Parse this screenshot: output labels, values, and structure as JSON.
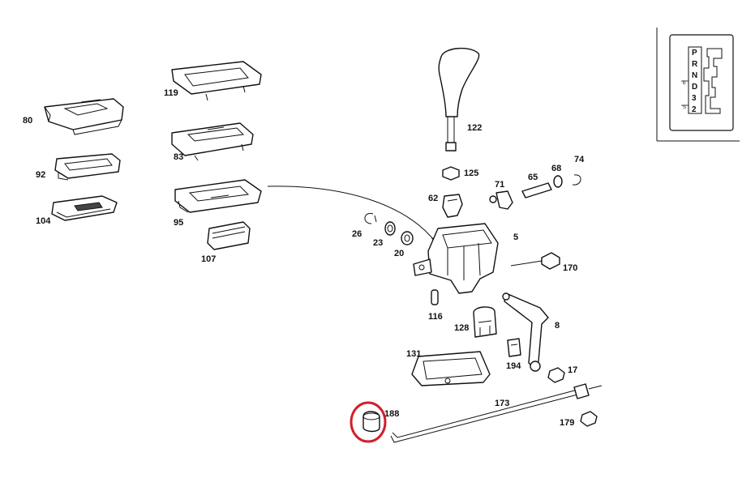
{
  "parts": [
    {
      "id": "80"
    },
    {
      "id": "92"
    },
    {
      "id": "104"
    },
    {
      "id": "119"
    },
    {
      "id": "83"
    },
    {
      "id": "95"
    },
    {
      "id": "107"
    },
    {
      "id": "122"
    },
    {
      "id": "125"
    },
    {
      "id": "62"
    },
    {
      "id": "71"
    },
    {
      "id": "65"
    },
    {
      "id": "68"
    },
    {
      "id": "74"
    },
    {
      "id": "26"
    },
    {
      "id": "23"
    },
    {
      "id": "20"
    },
    {
      "id": "5"
    },
    {
      "id": "170"
    },
    {
      "id": "116"
    },
    {
      "id": "128"
    },
    {
      "id": "8"
    },
    {
      "id": "131"
    },
    {
      "id": "194"
    },
    {
      "id": "17"
    },
    {
      "id": "173"
    },
    {
      "id": "188"
    },
    {
      "id": "179"
    }
  ],
  "shift_gate": {
    "positions": [
      "P",
      "R",
      "N",
      "D",
      "3",
      "2"
    ],
    "side_marks": [
      "E",
      "S"
    ]
  },
  "highlight": {
    "part": "188",
    "color": "#d0202a"
  }
}
